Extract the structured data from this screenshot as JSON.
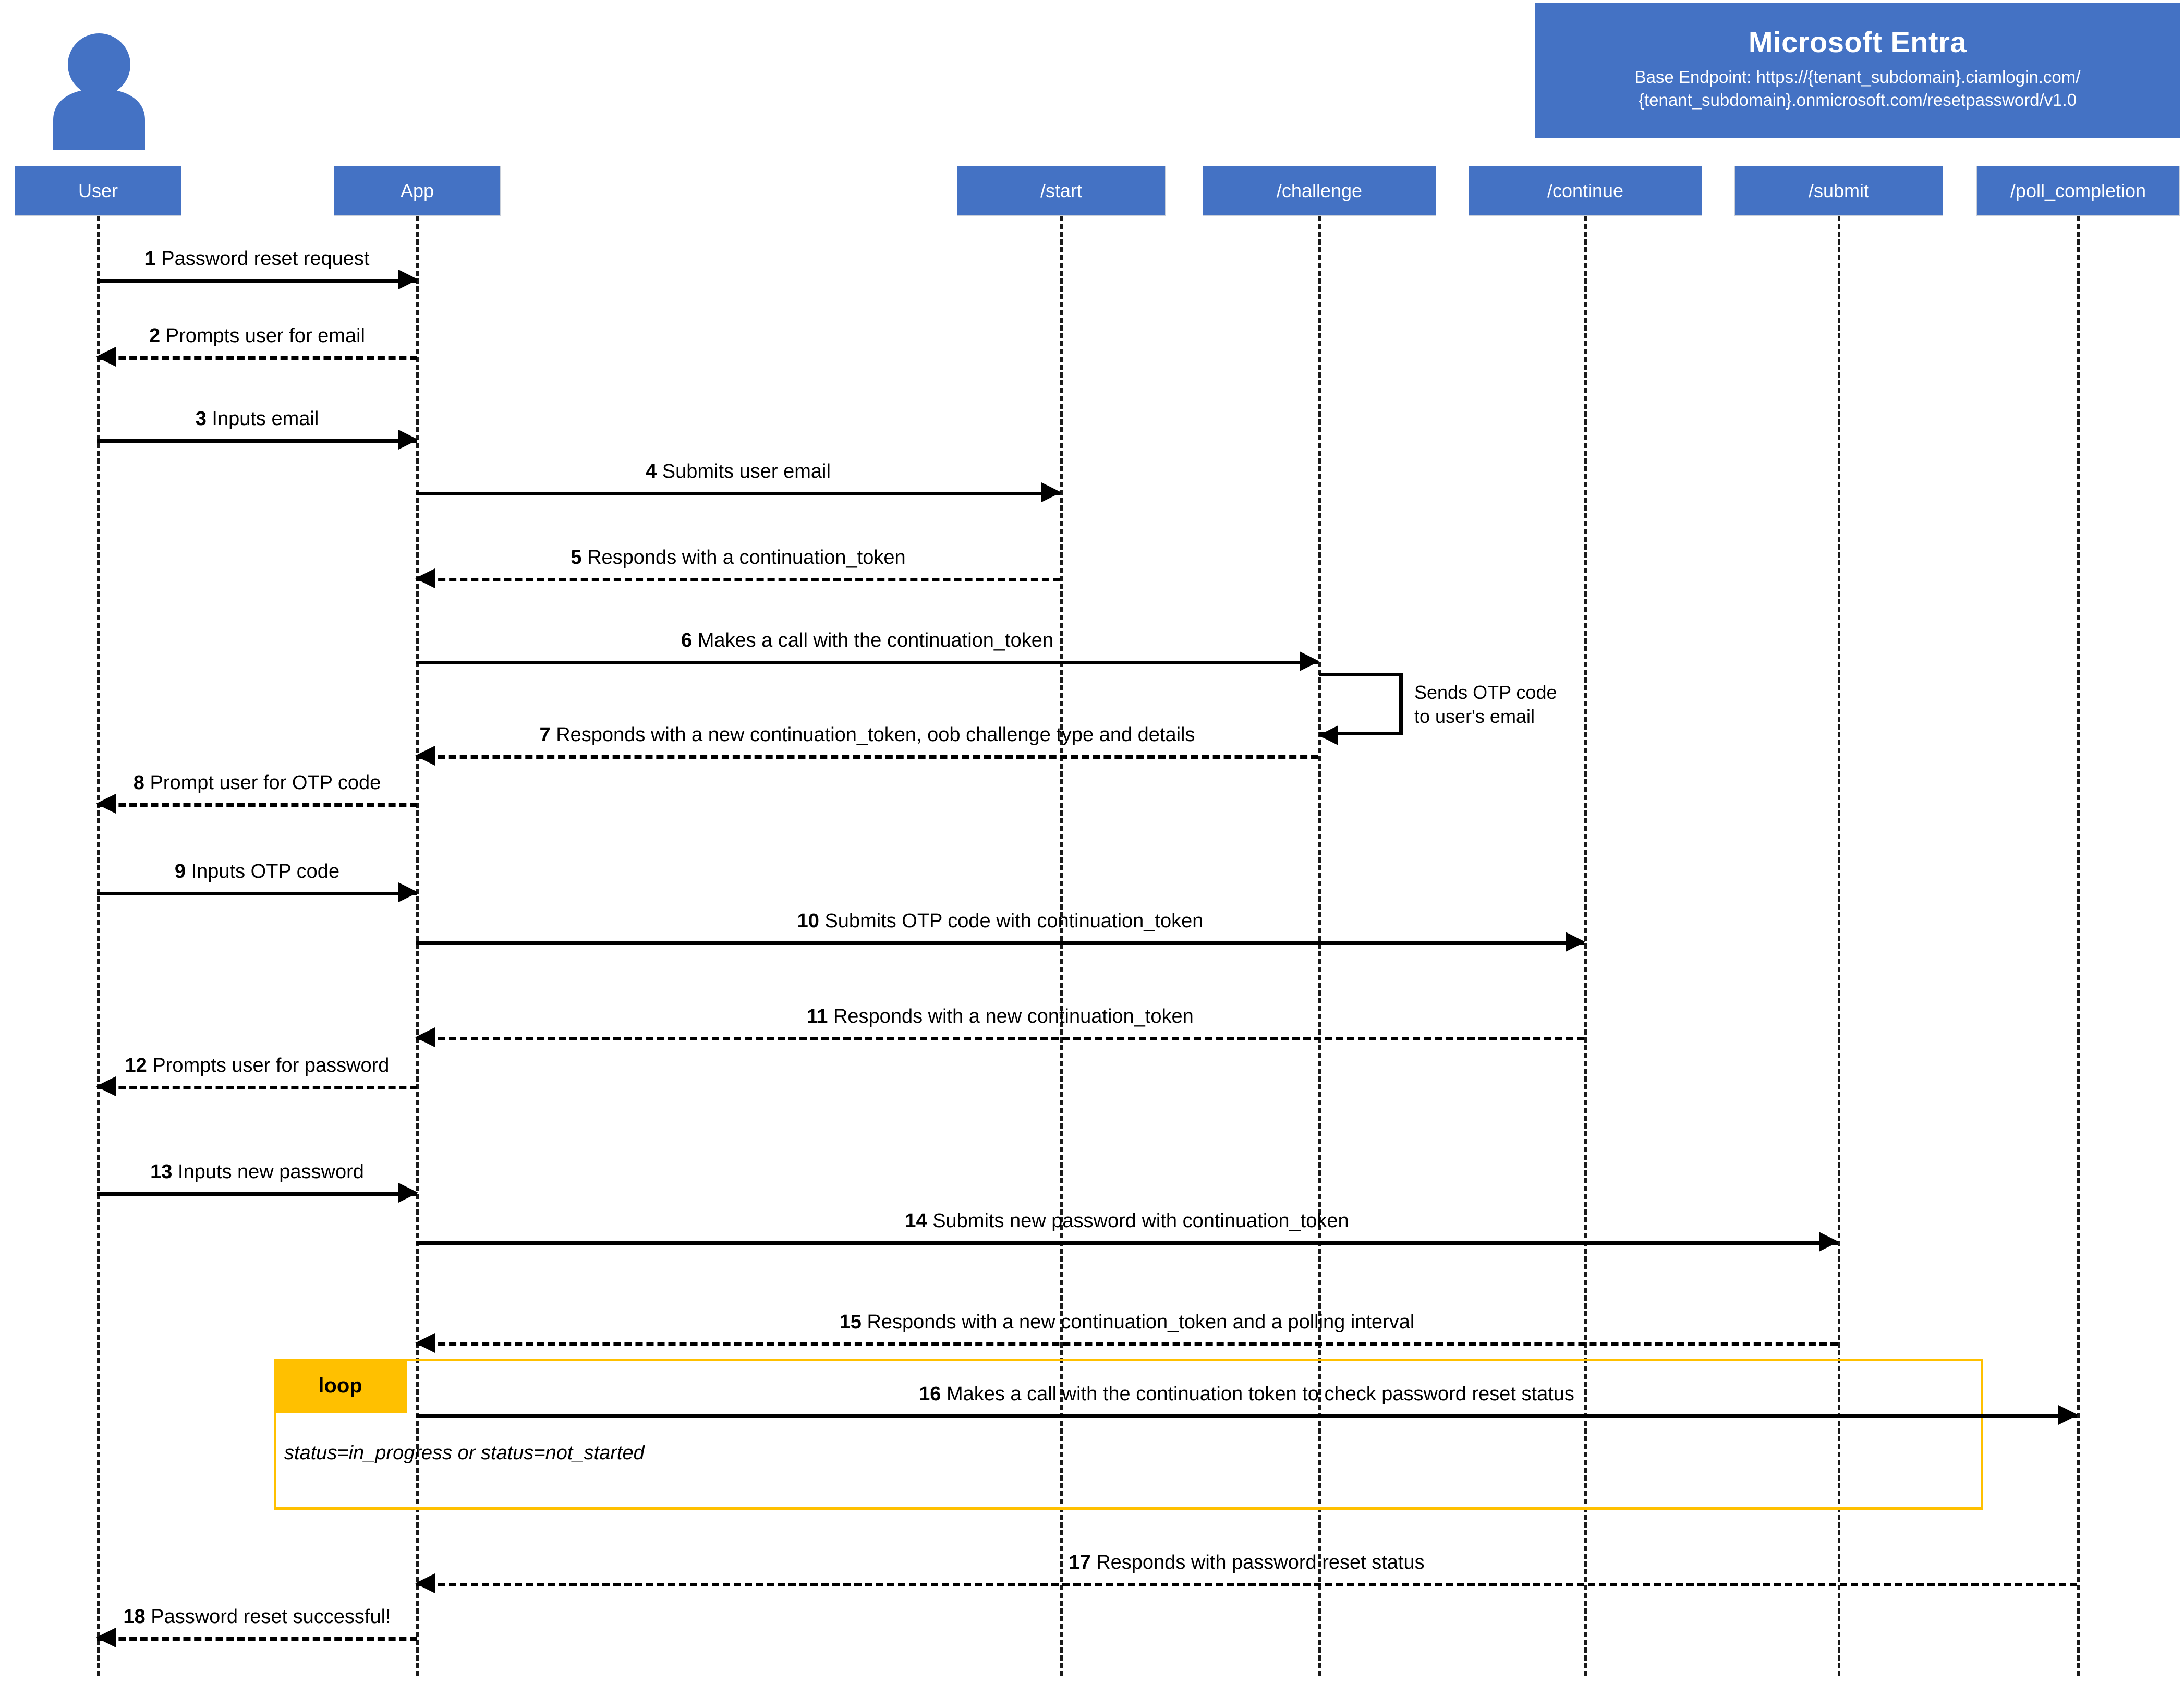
{
  "diagram": {
    "title": "Password reset sequence diagram",
    "colors": {
      "participant_fill": "#4472C4",
      "participant_text": "#FFFFFF",
      "loop_accent": "#FFC000",
      "line": "#000000",
      "background": "#FFFFFF"
    }
  },
  "entra": {
    "title": "Microsoft Entra",
    "endpoint_line1": "Base Endpoint: https://{tenant_subdomain}.ciamlogin.com/",
    "endpoint_line2": "{tenant_subdomain}.onmicrosoft.com/resetpassword/v1.0"
  },
  "participants": [
    {
      "id": "user",
      "label": "User"
    },
    {
      "id": "app",
      "label": "App"
    },
    {
      "id": "start",
      "label": "/start"
    },
    {
      "id": "challenge",
      "label": "/challenge"
    },
    {
      "id": "continue",
      "label": "/continue"
    },
    {
      "id": "submit",
      "label": "/submit"
    },
    {
      "id": "poll_completion",
      "label": "/poll_completion"
    }
  ],
  "messages": [
    {
      "num": "1",
      "text": "Password reset request",
      "from": "user",
      "to": "app",
      "style": "solid",
      "dir": "right"
    },
    {
      "num": "2",
      "text": "Prompts user for email",
      "from": "app",
      "to": "user",
      "style": "dashed",
      "dir": "left"
    },
    {
      "num": "3",
      "text": "Inputs email",
      "from": "user",
      "to": "app",
      "style": "solid",
      "dir": "right"
    },
    {
      "num": "4",
      "text": "Submits user email",
      "from": "app",
      "to": "start",
      "style": "solid",
      "dir": "right"
    },
    {
      "num": "5",
      "text": "Responds with a continuation_token",
      "from": "start",
      "to": "app",
      "style": "dashed",
      "dir": "left"
    },
    {
      "num": "6",
      "text": "Makes a call with the continuation_token",
      "from": "app",
      "to": "challenge",
      "style": "solid",
      "dir": "right"
    },
    {
      "num": "7",
      "text": "Responds with a new continuation_token, oob challenge type and details",
      "from": "challenge",
      "to": "app",
      "style": "dashed",
      "dir": "left"
    },
    {
      "num": "8",
      "text": "Prompt user for OTP code",
      "from": "app",
      "to": "user",
      "style": "dashed",
      "dir": "left"
    },
    {
      "num": "9",
      "text": "Inputs OTP code",
      "from": "user",
      "to": "app",
      "style": "solid",
      "dir": "right"
    },
    {
      "num": "10",
      "text": "Submits OTP code with continuation_token",
      "from": "app",
      "to": "continue",
      "style": "solid",
      "dir": "right"
    },
    {
      "num": "11",
      "text": "Responds with a new continuation_token",
      "from": "continue",
      "to": "app",
      "style": "dashed",
      "dir": "left"
    },
    {
      "num": "12",
      "text": "Prompts user for password",
      "from": "app",
      "to": "user",
      "style": "dashed",
      "dir": "left"
    },
    {
      "num": "13",
      "text": "Inputs new password",
      "from": "user",
      "to": "app",
      "style": "solid",
      "dir": "right"
    },
    {
      "num": "14",
      "text": "Submits new password with continuation_token",
      "from": "app",
      "to": "submit",
      "style": "solid",
      "dir": "right"
    },
    {
      "num": "15",
      "text": "Responds with a new continuation_token and a polling interval",
      "from": "submit",
      "to": "app",
      "style": "dashed",
      "dir": "left"
    },
    {
      "num": "16",
      "text": "Makes a call with the continuation token to check password reset status",
      "from": "app",
      "to": "poll_completion",
      "style": "solid",
      "dir": "right"
    },
    {
      "num": "17",
      "text": "Responds with password reset status",
      "from": "poll_completion",
      "to": "app",
      "style": "dashed",
      "dir": "left"
    },
    {
      "num": "18",
      "text": "Password reset successful!",
      "from": "app",
      "to": "user",
      "style": "dashed",
      "dir": "left"
    }
  ],
  "self_message": {
    "on": "challenge",
    "note_line1": "Sends OTP code",
    "note_line2": "to user's email"
  },
  "loop_fragment": {
    "label": "loop",
    "guard": "status=in_progress or status=not_started",
    "contains_message": "16"
  }
}
